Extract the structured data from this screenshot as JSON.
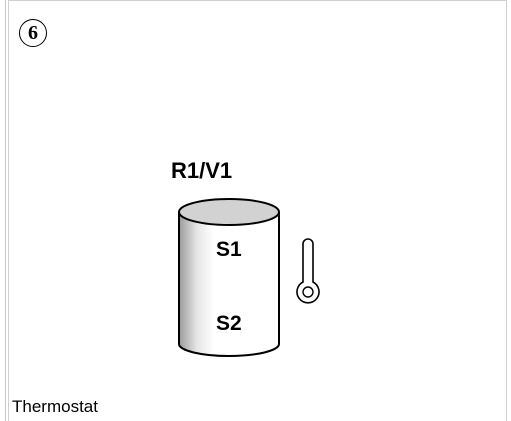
{
  "step": {
    "number": "6"
  },
  "diagram": {
    "device_label": "R1/V1",
    "sensor_top": "S1",
    "sensor_bottom": "S2",
    "sensor_icon": "thermometer-icon"
  },
  "caption": "Thermostat"
}
